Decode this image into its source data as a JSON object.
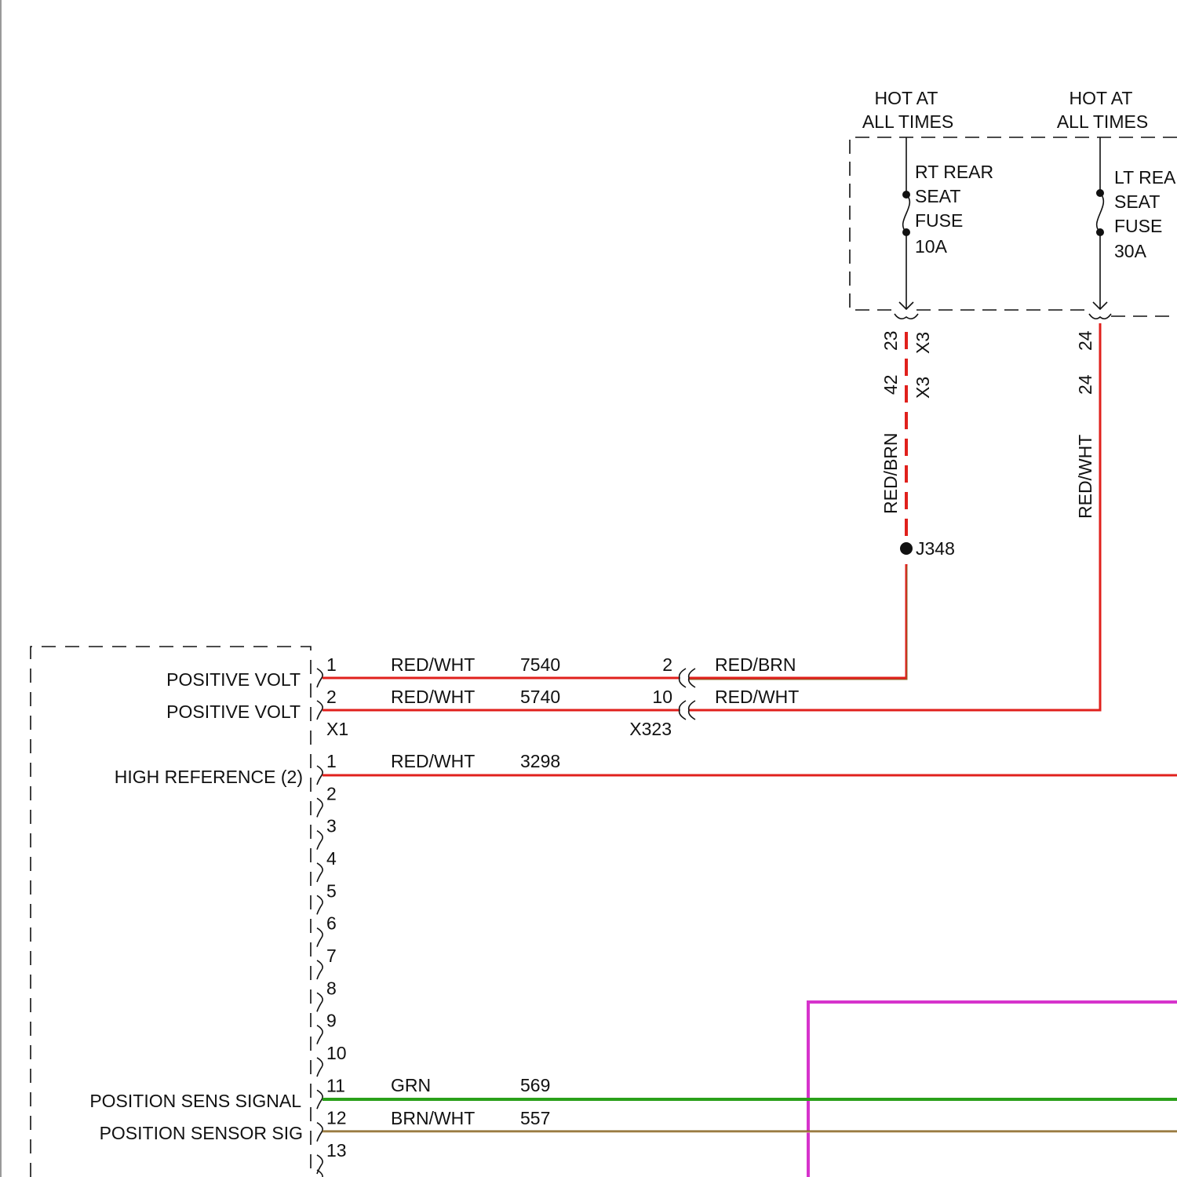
{
  "colors": {
    "red": "#e0201c",
    "green": "#2aa01a",
    "brown": "#8a6a2a",
    "magenta": "#d633cc",
    "black": "#111111",
    "background": "#ffffff"
  },
  "power_sources": {
    "left": {
      "line1": "HOT AT",
      "line2": "ALL TIMES"
    },
    "right": {
      "line1": "HOT AT",
      "line2": "ALL TIMES"
    }
  },
  "fuses": {
    "rt": {
      "line1": "RT REAR",
      "line2": "SEAT",
      "line3": "FUSE",
      "rating": "10A"
    },
    "lt": {
      "line1": "LT REAR",
      "line2": "SEAT",
      "line3": "FUSE",
      "rating": "30A"
    }
  },
  "vertical_wires": {
    "left": {
      "pin_top": "23",
      "conn_top": "X3",
      "pin_bottom": "42",
      "conn_bottom": "X3",
      "color_label": "RED/BRN",
      "splice": "J348"
    },
    "right": {
      "pin_top": "24",
      "pin_bottom": "24",
      "color_label": "RED/WHT"
    }
  },
  "module_x1": {
    "connector": "X1",
    "rows": [
      {
        "label": "POSITIVE VOLT",
        "pin": "1",
        "wire_color": "RED/WHT",
        "circuit": "7540",
        "inline_pin": "2",
        "far_color": "RED/BRN"
      },
      {
        "label": "POSITIVE VOLT",
        "pin": "2",
        "wire_color": "RED/WHT",
        "circuit": "5740",
        "inline_pin": "10",
        "far_color": "RED/WHT"
      }
    ],
    "inline_connector": "X323"
  },
  "module_x2": {
    "pins": [
      "1",
      "2",
      "3",
      "4",
      "5",
      "6",
      "7",
      "8",
      "9",
      "10",
      "11",
      "12",
      "13"
    ],
    "signals": [
      {
        "label": "HIGH REFERENCE (2)",
        "pin": "1",
        "wire_color": "RED/WHT",
        "circuit": "3298"
      },
      {
        "label": "POSITION SENS SIGNAL",
        "pin": "11",
        "wire_color": "GRN",
        "circuit": "569"
      },
      {
        "label": "POSITION SENSOR SIG",
        "pin": "12",
        "wire_color": "BRN/WHT",
        "circuit": "557"
      }
    ]
  }
}
